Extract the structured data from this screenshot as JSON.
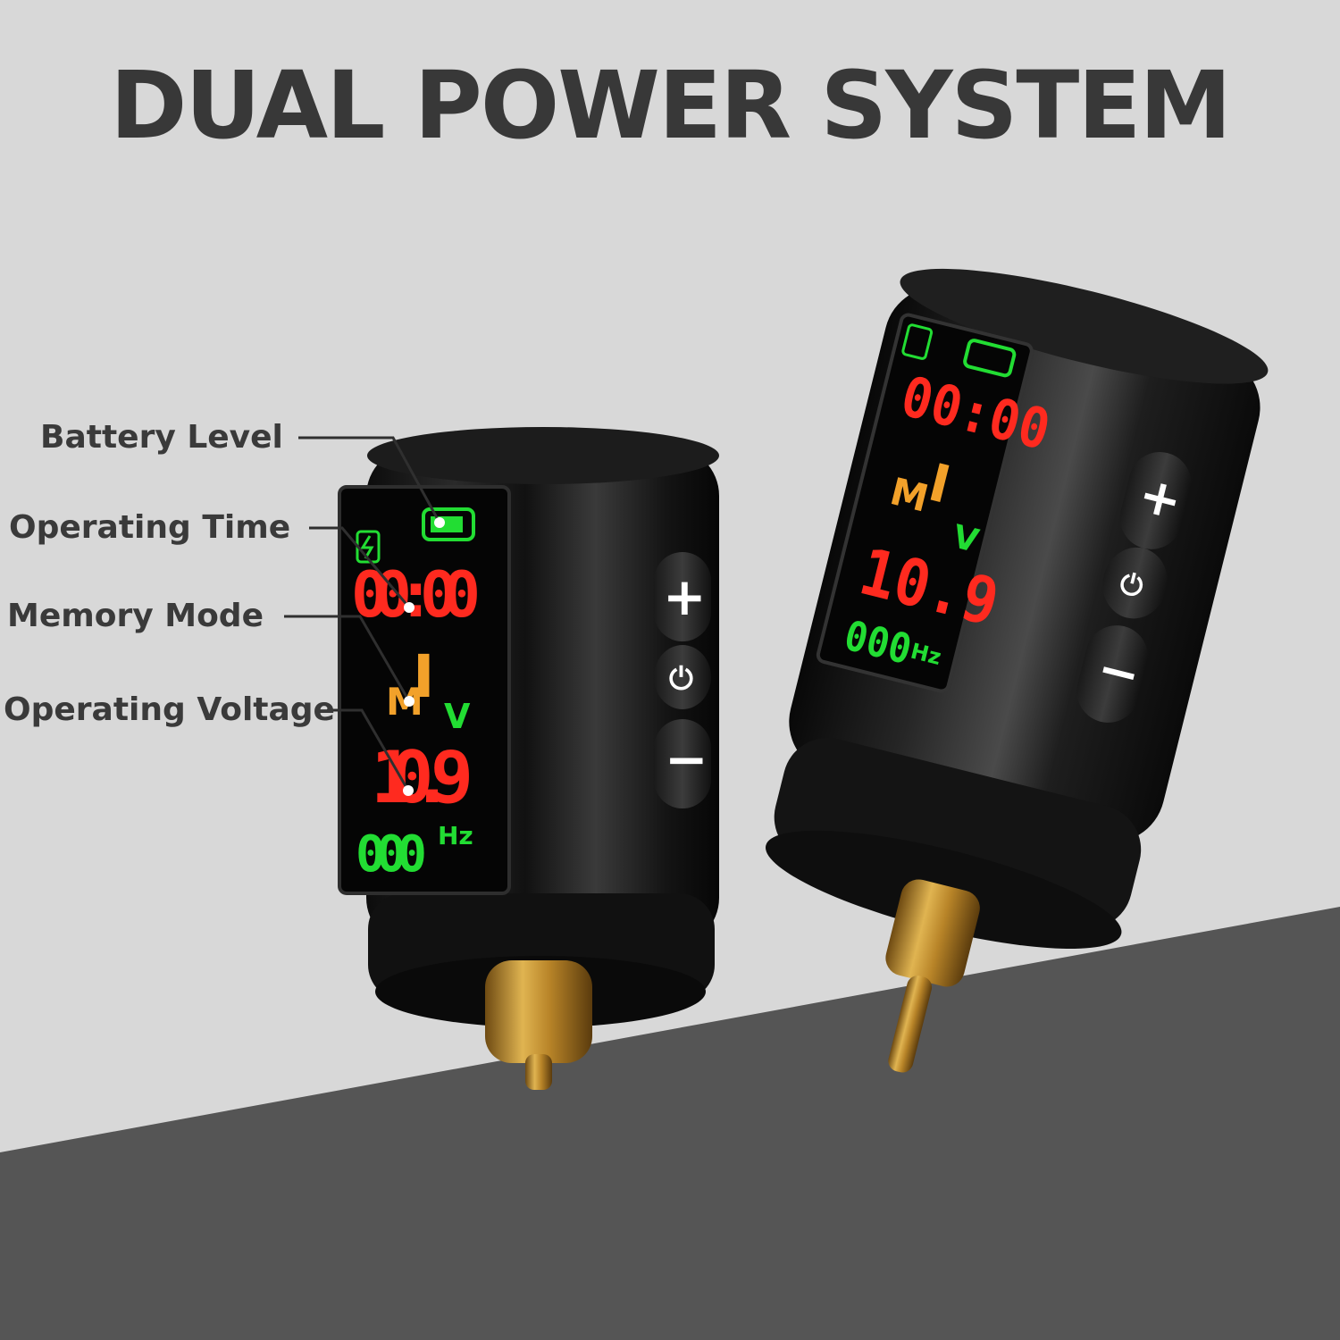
{
  "title": "DUAL POWER SYSTEM",
  "callouts": [
    {
      "label": "Battery Level"
    },
    {
      "label": "Operating Time"
    },
    {
      "label": "Memory Mode"
    },
    {
      "label": "Operating Voltage"
    }
  ],
  "device_front": {
    "time": "00:00",
    "mode": "M",
    "mode_level": "I",
    "voltage_unit": "V",
    "voltage": "10.9",
    "frequency": "000",
    "frequency_unit": "Hz",
    "buttons": {
      "plus": "+",
      "power": "⏻",
      "minus": "−"
    }
  },
  "device_back": {
    "time": "00:00",
    "mode": "M",
    "mode_level": "I",
    "voltage_unit": "V",
    "voltage": "10.9",
    "frequency": "000",
    "frequency_unit": "Hz",
    "buttons": {
      "plus": "+",
      "power": "⏻",
      "minus": "−"
    }
  },
  "colors": {
    "background_light": "#d8d8d8",
    "background_dark": "#555555",
    "title": "#383838",
    "display_red": "#ff2a1f",
    "display_green": "#22dd33",
    "display_amber": "#f2a12a",
    "body_black": "#1b1b1b",
    "connector_gold": "#c99a3a"
  }
}
